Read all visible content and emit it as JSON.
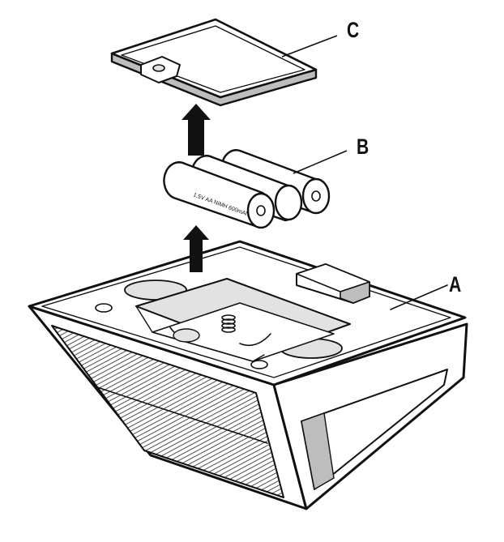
{
  "callouts": {
    "a": "A",
    "b": "B",
    "c": "C"
  },
  "battery_print": "1.5V AA  NiMH 600mAh",
  "colors": {
    "line": "#111111",
    "body_fill": "#ffffff",
    "light_shade": "#e2e2e2",
    "mid_shade": "#bdbdbd",
    "arrow": "#111111"
  },
  "icons": [
    "arrow-up-icon",
    "spring-contact-icon"
  ]
}
